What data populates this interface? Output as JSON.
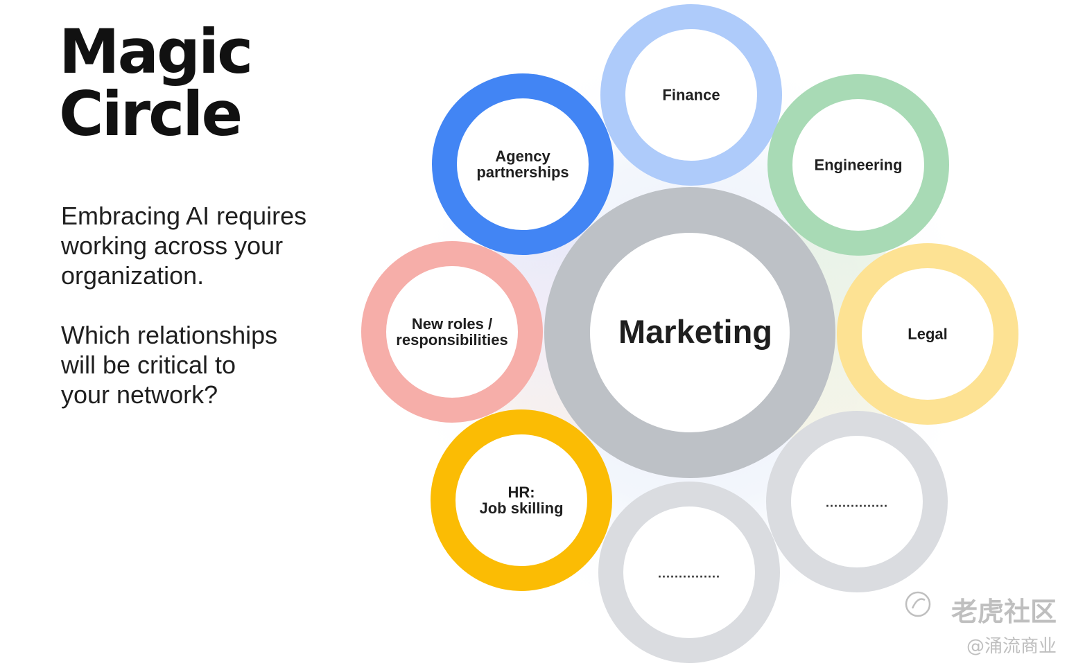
{
  "title": {
    "line1": "Magic",
    "line2": "Circle"
  },
  "paragraphs": [
    {
      "lines": [
        "Embracing AI requires",
        "working across your",
        "organization."
      ]
    },
    {
      "lines": [
        "Which relationships",
        "will be critical to",
        "your network?"
      ]
    }
  ],
  "center": {
    "label": "Marketing",
    "ring_color": "#bdc1c6"
  },
  "nodes": [
    {
      "id": "finance",
      "lines": [
        "Finance"
      ],
      "color": "#aecbfa"
    },
    {
      "id": "engineering",
      "lines": [
        "Engineering"
      ],
      "color": "#a8dab5"
    },
    {
      "id": "legal",
      "lines": [
        "Legal"
      ],
      "color": "#fde293"
    },
    {
      "id": "blank-right",
      "lines": [
        "..............."
      ],
      "color": "#dadce0",
      "dotted": true
    },
    {
      "id": "blank-bottom",
      "lines": [
        "..............."
      ],
      "color": "#dadce0",
      "dotted": true
    },
    {
      "id": "hr",
      "lines": [
        "HR:",
        "Job skilling"
      ],
      "color": "#fbbc04"
    },
    {
      "id": "new-roles",
      "lines": [
        "New roles /",
        "responsibilities"
      ],
      "color": "#f6aea9"
    },
    {
      "id": "agency",
      "lines": [
        "Agency",
        "partnerships"
      ],
      "color": "#4285f4"
    }
  ],
  "watermark": {
    "line1": "老虎社区",
    "line2": "@涌流商业"
  }
}
